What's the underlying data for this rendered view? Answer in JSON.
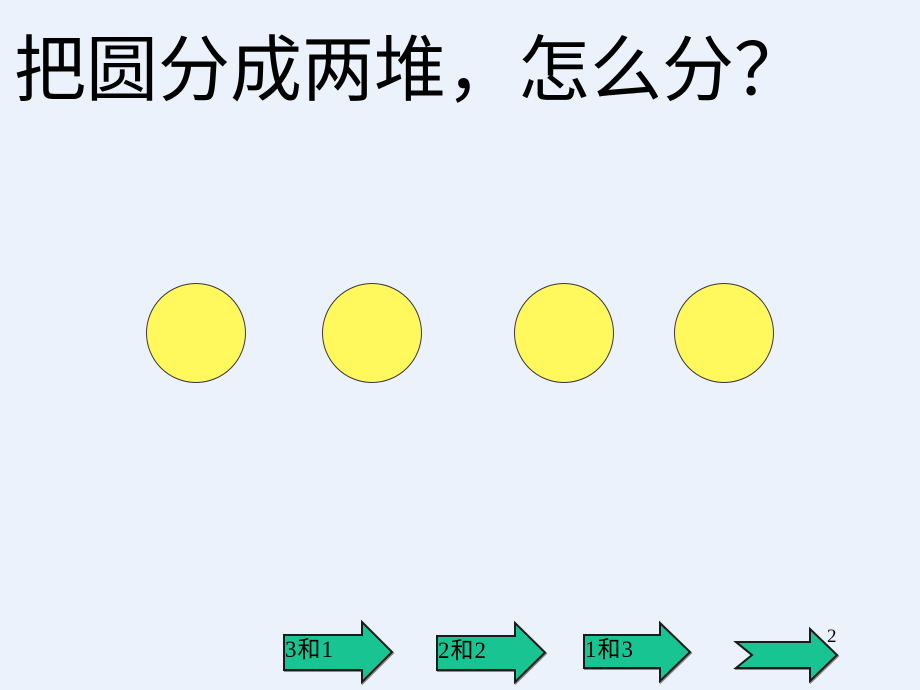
{
  "slide": {
    "title": "把圆分成两堆，怎么分？",
    "page_number": "2"
  },
  "circles": {
    "count": 4,
    "shape": "yellow-circle"
  },
  "arrows": {
    "items": [
      {
        "label": "3和1",
        "shape": "right-arrow"
      },
      {
        "label": "2和2",
        "shape": "right-arrow"
      },
      {
        "label": "1和3",
        "shape": "right-arrow"
      },
      {
        "label": "",
        "shape": "notched-right-arrow"
      }
    ]
  },
  "colors": {
    "slide-bg": "#ECF2FB",
    "circle-fill": "#FFF95E",
    "circle-stroke": "#3a3a3a",
    "arrow-fill": "#17C492",
    "arrow-stroke": "#1a1a1a",
    "text-color": "#000000"
  }
}
